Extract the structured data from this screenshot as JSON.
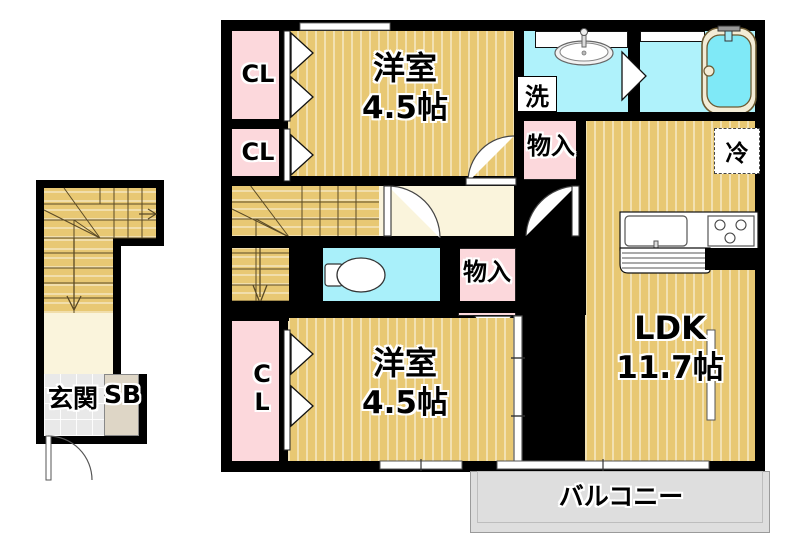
{
  "plan": {
    "type": "apartment-floor-plan",
    "unit_area_notation": "帖",
    "rooms": [
      {
        "id": "bedroom_north",
        "label_line1": "洋室",
        "label_line2": "4.5帖",
        "size": "4.5",
        "unit": "帖",
        "floor": "wood"
      },
      {
        "id": "bedroom_south",
        "label_line1": "洋室",
        "label_line2": "4.5帖",
        "size": "4.5",
        "unit": "帖",
        "floor": "wood"
      },
      {
        "id": "ldk",
        "label_line1": "LDK",
        "label_line2": "11.7帖",
        "size": "11.7",
        "unit": "帖",
        "floor": "wood"
      }
    ],
    "closets": [
      {
        "id": "cl_north_upper",
        "label": "CL",
        "orientation": "horizontal"
      },
      {
        "id": "cl_north_lower",
        "label": "CL",
        "orientation": "horizontal"
      },
      {
        "id": "cl_south",
        "label": "CL",
        "orientation": "vertical"
      }
    ],
    "storage": [
      {
        "id": "mono_ire_north",
        "label": "物入"
      },
      {
        "id": "mono_ire_center",
        "label": "物入"
      }
    ],
    "wet_areas": [
      {
        "id": "washroom",
        "label": "洗",
        "name": "washroom-vanity"
      },
      {
        "id": "bathroom",
        "label": "",
        "name": "bathroom-tub"
      },
      {
        "id": "toilet",
        "label": "",
        "name": "toilet"
      }
    ],
    "appliances": [
      {
        "id": "fridge",
        "label": "冷",
        "name": "refrigerator-space",
        "style": "dashed"
      },
      {
        "id": "kitchen",
        "label": "",
        "name": "kitchen-counter",
        "burners": 3
      }
    ],
    "outdoor": [
      {
        "id": "balcony",
        "label": "バルコニー"
      }
    ],
    "entrance_block": {
      "genkan_label": "玄関",
      "shoebox_label": "SB",
      "stairs_label": "",
      "stair_direction": "up"
    },
    "colors": {
      "wood_floor": "#e8c873",
      "hall_floor": "#faf4dc",
      "closet_pink": "#fcd8dc",
      "water_cyan": "#aff2fb",
      "balcony_gray": "#dedede",
      "wall_black": "#000000",
      "tile_gray": "#e9e9e9",
      "shoebox": "#ded6c6"
    }
  }
}
